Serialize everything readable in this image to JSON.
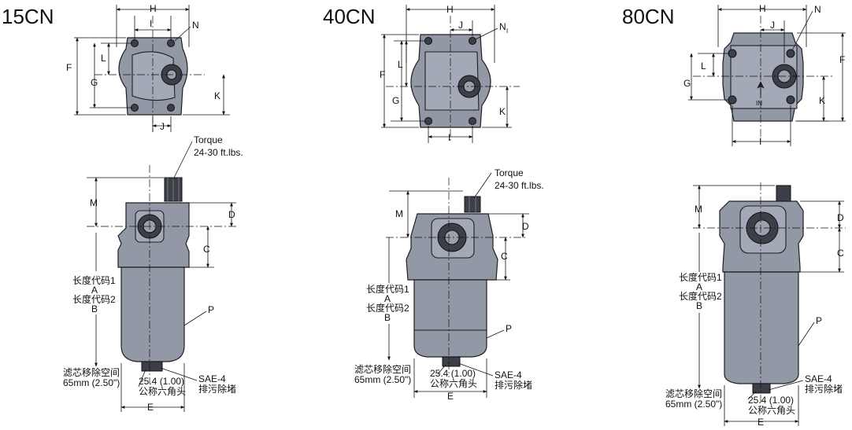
{
  "models": [
    {
      "title": "15CN",
      "top_view_labels": {
        "H": "H",
        "I": "I",
        "N": "N",
        "F": "F",
        "L": "L",
        "G": "G",
        "K": "K",
        "J": "J"
      },
      "side_view_labels": {
        "torque": "Torque",
        "torque_value": "24-30 ft.lbs.",
        "M": "M",
        "D": "D",
        "C": "C",
        "len1": "长度代码1",
        "A": "A",
        "len2": "长度代码2",
        "B": "B",
        "P": "P",
        "removal1": "滤芯移除空间",
        "removal2": "65mm (2.50\")",
        "hex1": "25.4 (1.00)",
        "hex2": "公称六角头",
        "sae1": "SAE-4",
        "sae2": "排污除堵",
        "E": "E"
      }
    },
    {
      "title": "40CN",
      "top_view_labels": {
        "H": "H",
        "J": "J",
        "N": "N",
        "NSUB": "I",
        "F": "F",
        "L": "L",
        "G": "G",
        "K": "K",
        "I": "I"
      },
      "side_view_labels": {
        "torque": "Torque",
        "torque_value": "24-30 ft.lbs.",
        "M": "M",
        "D": "D",
        "C": "C",
        "len1": "长度代码1",
        "A": "A",
        "len2": "长度代码2",
        "B": "B",
        "P": "P",
        "removal1": "滤芯移除空间",
        "removal2": "65mm (2.50\")",
        "hex1": "25.4 (1.00)",
        "hex2": "公称六角头",
        "sae1": "SAE-4",
        "sae2": "排污除堵",
        "E": "E"
      }
    },
    {
      "title": "80CN",
      "top_view_labels": {
        "H": "H",
        "J": "J",
        "N": "N",
        "F": "F",
        "L": "L",
        "G": "G",
        "K": "K",
        "I": "I",
        "IN": "IN"
      },
      "side_view_labels": {
        "M": "M",
        "D": "D",
        "C": "C",
        "len1": "长度代码1",
        "A": "A",
        "len2": "长度代码2",
        "B": "B",
        "P": "P",
        "removal1": "滤芯移除空间",
        "removal2": "65mm (2.50\")",
        "hex1": "25.4 (1.00)",
        "hex2": "公称六角头",
        "sae1": "SAE-4",
        "sae2": "排污除堵",
        "E": "E"
      }
    }
  ],
  "colors": {
    "body": "#9298a6",
    "outline": "#1f1f1f",
    "dimension": "#111111"
  }
}
